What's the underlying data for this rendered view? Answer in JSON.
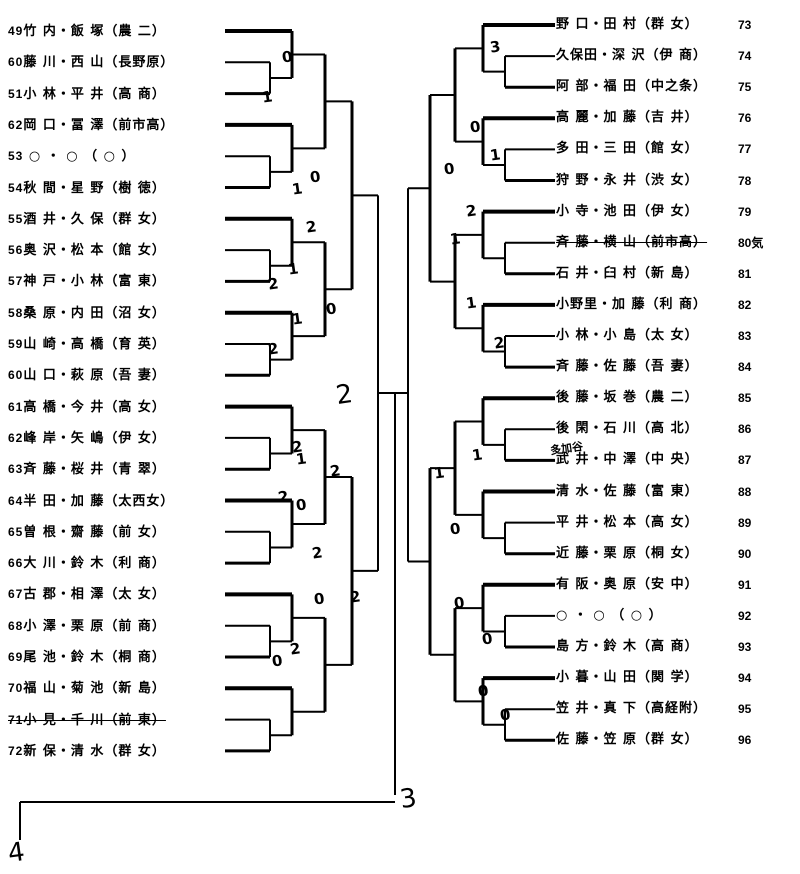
{
  "left_entries": [
    {
      "num": "49",
      "name": "竹 内・飯 塚（農 二）"
    },
    {
      "num": "60",
      "name": "藤 川・西 山（長野原）"
    },
    {
      "num": "51",
      "name": "小 林・平 井（高 商）"
    },
    {
      "num": "62",
      "name": "岡 口・冨 澤（前市高）"
    },
    {
      "num": "53",
      "name": " ○ ・ ○ （ ○ ）"
    },
    {
      "num": "54",
      "name": "秋 間・星 野（樹 徳）"
    },
    {
      "num": "55",
      "name": "酒 井・久 保（群 女）"
    },
    {
      "num": "56",
      "name": "奥 沢・松 本（館 女）"
    },
    {
      "num": "57",
      "name": "神 戸・小 林（富 東）"
    },
    {
      "num": "58",
      "name": "桑 原・内 田（沼 女）"
    },
    {
      "num": "59",
      "name": "山 崎・高 橋（育 英）"
    },
    {
      "num": "60",
      "name": "山 口・萩 原（吾 妻）"
    },
    {
      "num": "61",
      "name": "高 橋・今 井（高 女）"
    },
    {
      "num": "62",
      "name": "峰 岸・矢 嶋（伊 女）"
    },
    {
      "num": "63",
      "name": "斉 藤・桜 井（青 翠）"
    },
    {
      "num": "64",
      "name": "半 田・加 藤（太西女）"
    },
    {
      "num": "65",
      "name": "曽 根・齋 藤（前 女）"
    },
    {
      "num": "66",
      "name": "大 川・鈴 木（利 商）"
    },
    {
      "num": "67",
      "name": "古 郡・相 澤（太 女）"
    },
    {
      "num": "68",
      "name": "小 澤・栗 原（前 商）"
    },
    {
      "num": "69",
      "name": "尾 池・鈴 木（桐 商）"
    },
    {
      "num": "70",
      "name": "福 山・菊 池（新 島）"
    },
    {
      "num": "71",
      "name": "小 見・千 川（前 東）",
      "struck": true
    },
    {
      "num": "72",
      "name": "新 保・清 水（群 女）"
    }
  ],
  "right_entries": [
    {
      "num": "73",
      "name": "野 口・田 村（群 女）"
    },
    {
      "num": "74",
      "name": "久保田・深 沢（伊 商）"
    },
    {
      "num": "75",
      "name": "阿 部・福 田（中之条）"
    },
    {
      "num": "76",
      "name": "高 麗・加 藤（吉 井）"
    },
    {
      "num": "77",
      "name": "多 田・三 田（館 女）"
    },
    {
      "num": "78",
      "name": "狩 野・永 井（渋 女）"
    },
    {
      "num": "79",
      "name": "小 寺・池 田（伊 女）"
    },
    {
      "num": "80気",
      "name": "斉 藤・横 山（前市高）",
      "struck": true
    },
    {
      "num": "81",
      "name": "石 井・臼 村（新 島）"
    },
    {
      "num": "82",
      "name": "小野里・加 藤（利 商）"
    },
    {
      "num": "83",
      "name": "小 林・小 島（太 女）"
    },
    {
      "num": "84",
      "name": "斉 藤・佐 藤（吾 妻）"
    },
    {
      "num": "85",
      "name": "後 藤・坂 巻（農 二）"
    },
    {
      "num": "86",
      "name": "後 閑・石 川（高 北）"
    },
    {
      "num": "87",
      "name": "武 井・中 澤（中 央）"
    },
    {
      "num": "88",
      "name": "清 水・佐 藤（富 東）"
    },
    {
      "num": "89",
      "name": "平 井・松 本（高 女）"
    },
    {
      "num": "90",
      "name": "近 藤・栗 原（桐 女）"
    },
    {
      "num": "91",
      "name": "有 阪・奥 原（安 中）"
    },
    {
      "num": "92",
      "name": " ○ ・ ○ （ ○ ）"
    },
    {
      "num": "93",
      "name": "島 方・鈴 木（高 商）"
    },
    {
      "num": "94",
      "name": "小 暮・山 田（関 学）"
    },
    {
      "num": "95",
      "name": "笠 井・真 下（高経附）"
    },
    {
      "num": "96",
      "name": "佐 藤・笠 原（群 女）"
    }
  ],
  "handwritten": {
    "note_87": "多加谷",
    "scores": [
      "0",
      "1",
      "1",
      "0",
      "2",
      "1",
      "2",
      "1",
      "2",
      "0",
      "2",
      "1",
      "2",
      "0",
      "2",
      "2",
      "0",
      "2",
      "0",
      "2",
      "3",
      "0",
      "1",
      "0",
      "1",
      "2",
      "1",
      "2",
      "1",
      "1",
      "0",
      "0",
      "0",
      "0",
      "0"
    ],
    "center": "2",
    "final": "3",
    "bottom": "4"
  }
}
